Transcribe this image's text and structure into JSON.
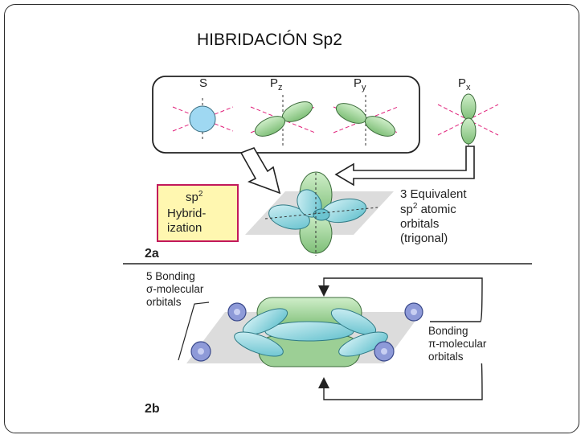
{
  "slide": {
    "title": "HIBRIDACIÓN Sp2"
  },
  "diagram": {
    "orbitals": {
      "s": "S",
      "pz_main": "P",
      "pz_sub": "z",
      "py_main": "P",
      "py_sub": "y",
      "px_main": "P",
      "px_sub": "x"
    },
    "hybrid_box": {
      "line1": "sp",
      "line1_sup": "2",
      "line2": "Hybrid-",
      "line3": "ization"
    },
    "caption_2a": {
      "line1": "3 Equivalent",
      "line2_main": "sp",
      "line2_sup": "2",
      "line2_rest": " atomic",
      "line3": "orbitals",
      "line4": "(trigonal)"
    },
    "label_2a": "2a",
    "caption_sigma": {
      "line1": "5 Bonding",
      "line2": "σ-molecular",
      "line3": "orbitals"
    },
    "caption_pi": {
      "line1": "Bonding",
      "line2": "π-molecular",
      "line3": "orbitals"
    },
    "label_2b": "2b"
  },
  "colors": {
    "border": "#2a2a2a",
    "orbital_s": "#9fd8f2",
    "orbital_p": "#a8d9a0",
    "orbital_sp2": "#7ecfd6",
    "hybrid_box_fill": "#fff7b0",
    "hybrid_box_border": "#c2185b",
    "axis_dash": "#e0207a",
    "plane": "#d6d6d6",
    "atom": "#8e9ad8"
  }
}
